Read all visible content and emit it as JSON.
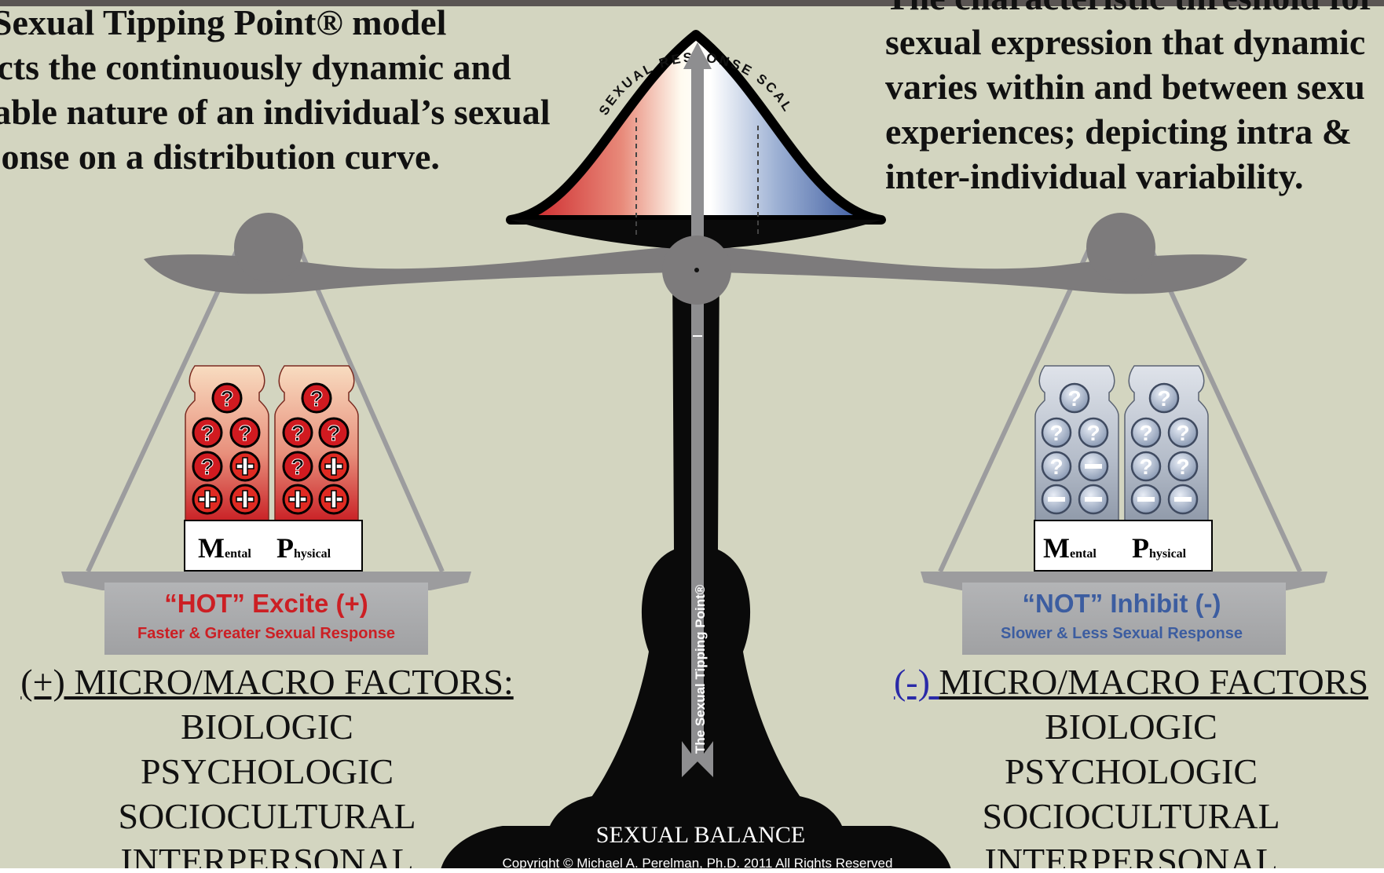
{
  "left_description": [
    "e Sexual Tipping Point® model",
    "picts the continuously dynamic and",
    "riable nature of an individual’s sexual",
    "sponse on a distribution curve."
  ],
  "right_description": [
    "The characteristic threshold for",
    "sexual expression that dynamic",
    "varies within and between sexu",
    "experiences; depicting intra &",
    "inter-individual variability."
  ],
  "curve_arc_label": "SEXUAL RESPONSE SCALE",
  "pillar_label": "The Sexual Tipping Point®",
  "base": {
    "title": "SEXUAL BALANCE",
    "copyright": "Copyright © Michael A. Perelman, Ph.D. 2011 All Rights Reserved"
  },
  "left_pan": {
    "title": "“HOT” Excite (+)",
    "subtitle": "Faster & Greater Sexual Response",
    "weights": {
      "mental_cap": "M",
      "mental_rest": "ental",
      "physical_cap": "P",
      "physical_rest": "hysical"
    }
  },
  "right_pan": {
    "title": "“NOT” Inhibit (-)",
    "subtitle": "Slower & Less Sexual Response",
    "weights": {
      "mental_cap": "M",
      "mental_rest": "ental",
      "physical_cap": "P",
      "physical_rest": "hysical"
    }
  },
  "left_factors": {
    "heading": "(+) MICRO/MACRO FACTORS:",
    "items": [
      "BIOLOGIC",
      "PSYCHOLOGIC",
      "SOCIOCULTURAL",
      "INTERPERSONAL"
    ]
  },
  "right_factors": {
    "heading_prefix": "(-) ",
    "heading_rest": "MICRO/MACRO FACTORS",
    "items": [
      "BIOLOGIC",
      "PSYCHOLOGIC",
      "SOCIOCULTURAL",
      "INTERPERSONAL"
    ]
  },
  "colors": {
    "background": "#d3d5c0",
    "beam": "#7d7b7c",
    "pan": "#a3a4a6",
    "hot": "#cc1f24",
    "not": "#3c5da0",
    "pillar": "#0a0a0a"
  }
}
